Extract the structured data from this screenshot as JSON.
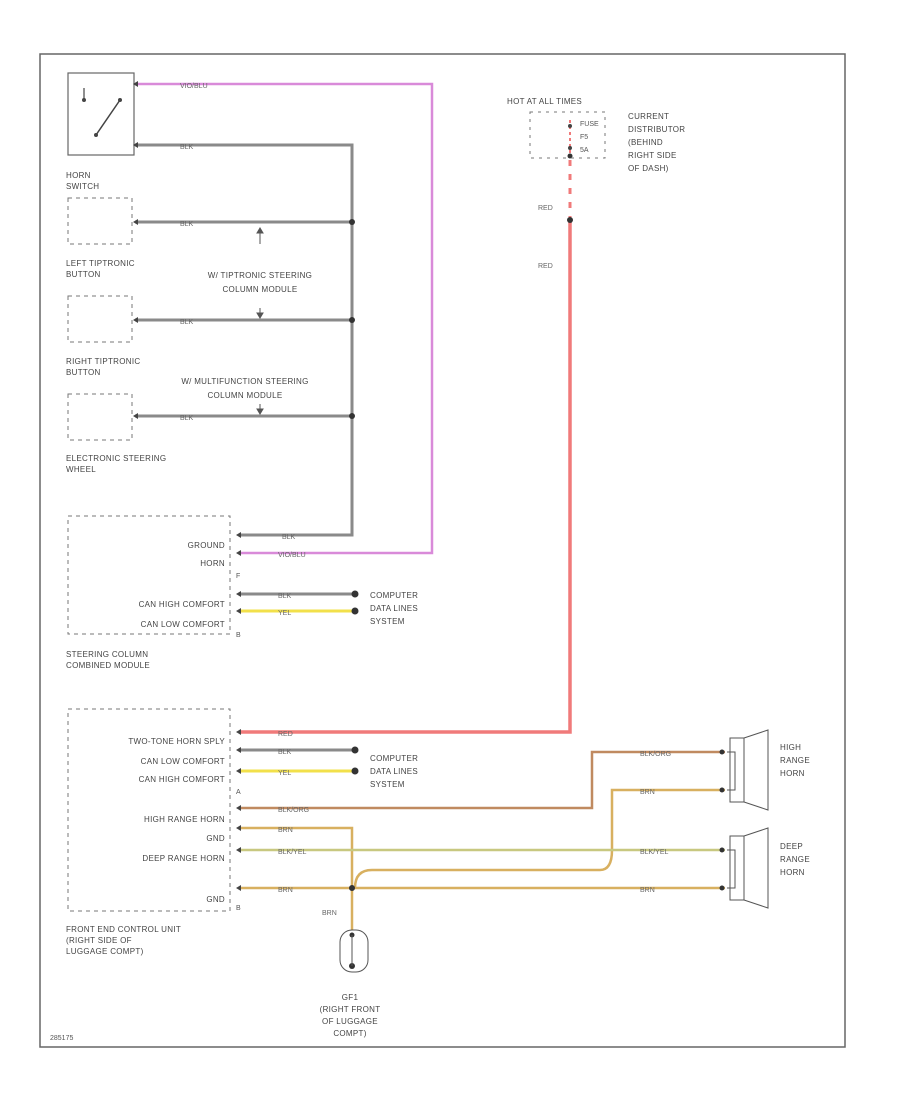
{
  "diagram_id": "285175",
  "colors": {
    "vio_blu": "#d98ad9",
    "blk": "#8a8a8a",
    "red": "#f07a7a",
    "yel": "#f2e04a",
    "brn": "#d8b060",
    "blk_org": "#c08a60",
    "blk_yel": "#c8c880",
    "outline": "#555555"
  },
  "components": {
    "horn_switch": [
      "HORN",
      "SWITCH"
    ],
    "left_tip": [
      "LEFT TIPTRONIC",
      "BUTTON"
    ],
    "right_tip": [
      "RIGHT TIPTRONIC",
      "BUTTON"
    ],
    "elec_wheel": [
      "ELECTRONIC STEERING",
      "WHEEL"
    ],
    "w_tip_module": [
      "W/ TIPTRONIC STEERING",
      "COLUMN MODULE"
    ],
    "w_multi_module": [
      "W/ MULTIFUNCTION STEERING",
      "COLUMN MODULE"
    ],
    "scm_title": [
      "STEERING COLUMN",
      "COMBINED MODULE"
    ],
    "fecu_title": [
      "FRONT END CONTROL UNIT",
      "(RIGHT SIDE OF",
      "LUGGAGE COMPT)"
    ],
    "hot_panel": "HOT AT ALL TIMES",
    "fuse_lines": [
      "FUSE",
      "F5",
      "5A"
    ],
    "current_dist": [
      "CURRENT",
      "DISTRIBUTOR",
      "(BEHIND",
      "RIGHT SIDE",
      "OF DASH)"
    ],
    "data_lines_1": [
      "COMPUTER",
      "DATA LINES",
      "SYSTEM"
    ],
    "data_lines_2": [
      "COMPUTER",
      "DATA LINES",
      "SYSTEM"
    ],
    "high_horn": [
      "HIGH",
      "RANGE",
      "HORN"
    ],
    "deep_horn": [
      "DEEP",
      "RANGE",
      "HORN"
    ],
    "ground_point": [
      "GF1",
      "(RIGHT FRONT",
      "OF LUGGAGE",
      "COMPT)"
    ]
  },
  "scm_pins": {
    "ground": "GROUND",
    "horn": "HORN",
    "can_high": "CAN HIGH COMFORT",
    "can_low": "CAN LOW COMFORT"
  },
  "fecu_pins": {
    "two_tone": "TWO-TONE HORN SPLY",
    "can_low": "CAN LOW COMFORT",
    "can_high": "CAN HIGH COMFORT",
    "high_horn": "HIGH RANGE HORN",
    "gnd1": "GND",
    "deep_horn": "DEEP RANGE HORN",
    "gnd2": "GND"
  },
  "wire_labels": {
    "vio_blu": "VIO/BLU",
    "blk": "BLK",
    "red": "RED",
    "yel": "YEL",
    "blk_org": "BLK/ORG",
    "brn": "BRN",
    "blk_yel": "BLK/YEL"
  },
  "connector_letters": {
    "f": "F",
    "b": "B",
    "a": "A"
  }
}
